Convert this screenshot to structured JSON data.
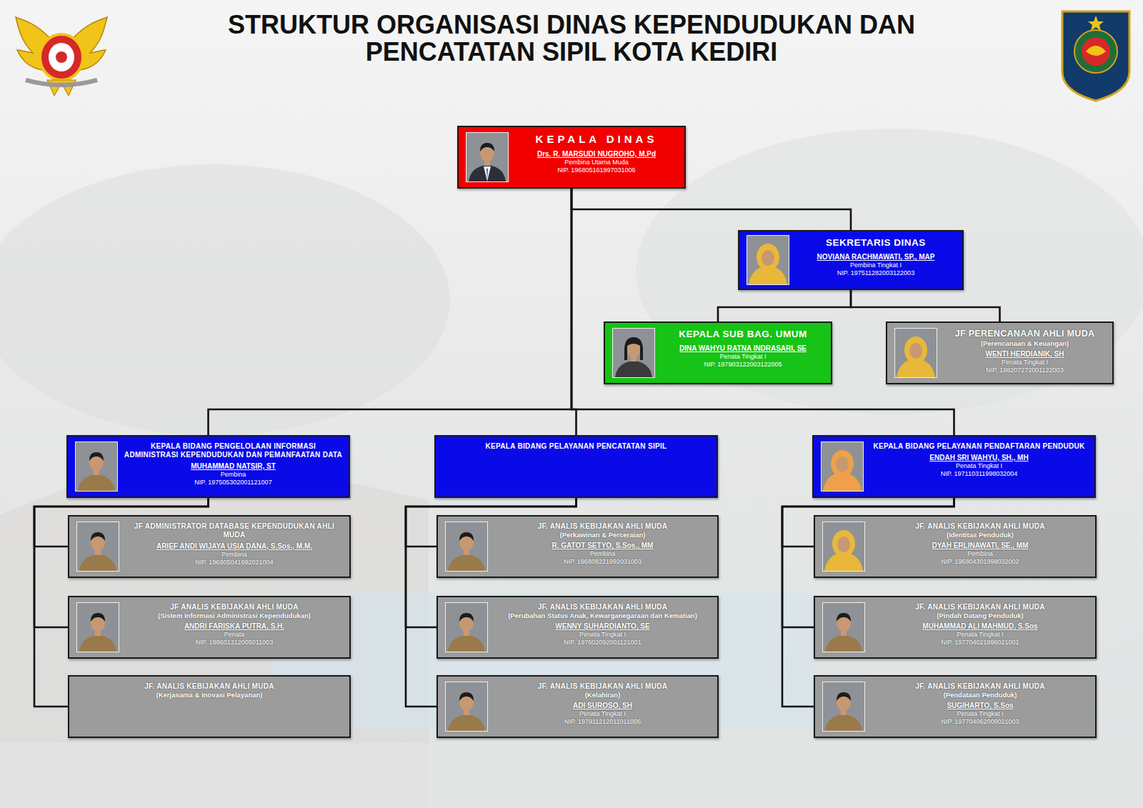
{
  "diagram": {
    "title": "STRUKTUR ORGANISASI DINAS KEPENDUDUKAN DAN PENCATATAN SIPIL KOTA KEDIRI",
    "nodes": [
      {
        "text": [
          "KEPALA DINAS",
          "Drs. R. MARSUDI NUGROHO, M.Pd",
          "Pembina Utama Muda",
          "NIP. 196805161997031006"
        ]
      },
      {
        "text": [
          "SEKRETARIS DINAS",
          "NOVIANA RACHMAWATI, SP., MAP",
          "Pembina Tingkat I",
          "NIP. 197511282003122003"
        ]
      },
      {
        "text": [
          "KEPALA SUB BAG. UMUM",
          "DINA WAHYU RATNA INDRASARI, SE",
          "Penata Tingkat I",
          "NIP. 197903122003122005"
        ]
      },
      {
        "text": [
          "JF PERENCANAAN AHLI MUDA",
          "(Perencanaan & Keuangan)",
          "WENTI HERDIANIK, SH",
          "Penata Tingkat I",
          "NIP. 198207272001122003"
        ]
      },
      {
        "text": [
          "KEPALA BIDANG PENGELOLAAN INFORMASI ADMINISTRASI KEPENDUDUKAN DAN PEMANFAATAN DATA",
          "MUHAMMAD NATSIR, ST",
          "Pembina",
          "NIP. 197505302001121007"
        ]
      },
      {
        "text": [
          "KEPALA BIDANG PELAYANAN PENCATATAN SIPIL"
        ]
      },
      {
        "text": [
          "KEPALA BIDANG PELAYANAN PENDAFTARAN PENDUDUK",
          "ENDAH SRI WAHYU, SH., MH",
          "Penata Tingkat I",
          "NIP. 197110311998032004"
        ]
      },
      {
        "text": [
          "JF ADMINISTRATOR DATABASE KEPENDUDUKAN AHLI MUDA",
          "ARIEF ANDI WIJAYA USIA DANA, S.Sos., M.M.",
          "Pembina",
          "NIP. 196805041992021004"
        ]
      },
      {
        "text": [
          "JF ANALIS KEBIJAKAN AHLI MUDA",
          "(Sistem Informasi Administrasi Kependudukan)",
          "ANDRI FARISKA PUTRA, S.H.",
          "Penata",
          "NIP. 198601312005011003"
        ]
      },
      {
        "text": [
          "JF. ANALIS KEBIJAKAN AHLI MUDA",
          "(Kerjasama & Inovasi Pelayanan)"
        ]
      },
      {
        "text": [
          "JF. ANALIS KEBIJAKAN AHLI MUDA",
          "(Perkawinan & Perceraian)",
          "R. GATOT SETYO, S.Sos., MM",
          "Pembina",
          "NIP. 196808221992031003"
        ]
      },
      {
        "text": [
          "JF. ANALIS KEBIJAKAN AHLI MUDA",
          "(Perubahan Status Anak, Kewarganegaraan dan Kematian)",
          "WENNY SUHARDIANTO, SE",
          "Penata Tingkat I",
          "NIP. 197602092001121001"
        ]
      },
      {
        "text": [
          "JF. ANALIS KEBIJAKAN AHLI MUDA",
          "(Kelahiran)",
          "ADI SUROSO, SH",
          "Penata Tingkat I",
          "NIP. 197911212011011006"
        ]
      },
      {
        "text": [
          "JF. ANALIS KEBIJAKAN AHLI MUDA",
          "(Identitas Penduduk)",
          "DYAH ERLINAWATI, SE., MM",
          "Pembina",
          "NIP. 196804301998032002"
        ]
      },
      {
        "text": [
          "JF. ANALIS KEBIJAKAN AHLI MUDA",
          "(Pindah Datang Penduduk)",
          "MUHAMMAD ALI MAHMUD, S.Sos",
          "Penata Tingkat I",
          "NIP. 197704021996021001"
        ]
      },
      {
        "text": [
          "JF. ANALIS KEBIJAKAN AHLI MUDA",
          "(Pendataan Penduduk)",
          "SUGIHARTO, S.Sos",
          "Penata Tingkat I",
          "NIP. 197704062009021003"
        ]
      }
    ],
    "edges": [
      {
        "from": 0,
        "to": 1,
        "arrow": "none"
      },
      {
        "from": 0,
        "to": 4,
        "arrow": "none"
      },
      {
        "from": 0,
        "to": 5,
        "arrow": "none"
      },
      {
        "from": 0,
        "to": 6,
        "arrow": "none"
      },
      {
        "from": 1,
        "to": 2,
        "arrow": "none"
      },
      {
        "from": 1,
        "to": 3,
        "arrow": "none"
      },
      {
        "from": 4,
        "to": 7,
        "arrow": "none"
      },
      {
        "from": 4,
        "to": 8,
        "arrow": "none"
      },
      {
        "from": 4,
        "to": 9,
        "arrow": "none"
      },
      {
        "from": 5,
        "to": 10,
        "arrow": "none"
      },
      {
        "from": 5,
        "to": 11,
        "arrow": "none"
      },
      {
        "from": 5,
        "to": 12,
        "arrow": "none"
      },
      {
        "from": 6,
        "to": 13,
        "arrow": "none"
      },
      {
        "from": 6,
        "to": 14,
        "arrow": "none"
      },
      {
        "from": 6,
        "to": 15,
        "arrow": "none"
      }
    ]
  }
}
